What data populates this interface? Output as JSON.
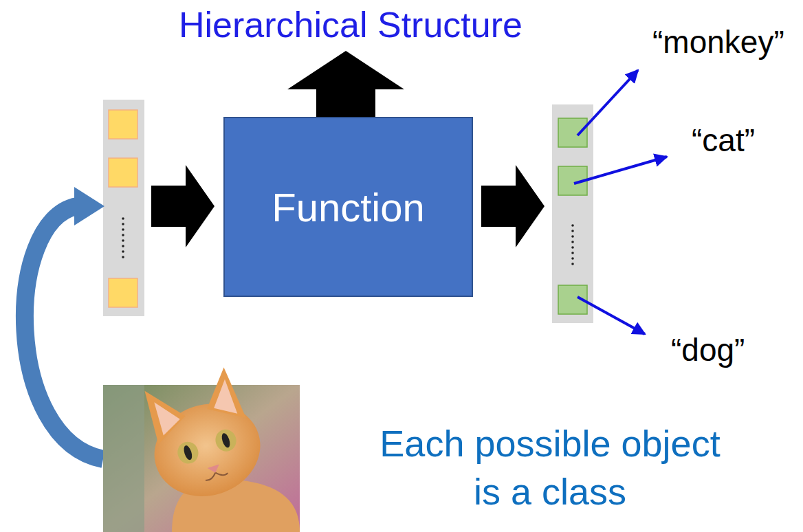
{
  "diagram": {
    "title": "Hierarchical Structure",
    "nodes": [
      {
        "text": [
          "Function"
        ]
      }
    ],
    "labels": [
      "“monkey”",
      "“cat”",
      "“dog”",
      "Each possible object is a class"
    ]
  }
}
